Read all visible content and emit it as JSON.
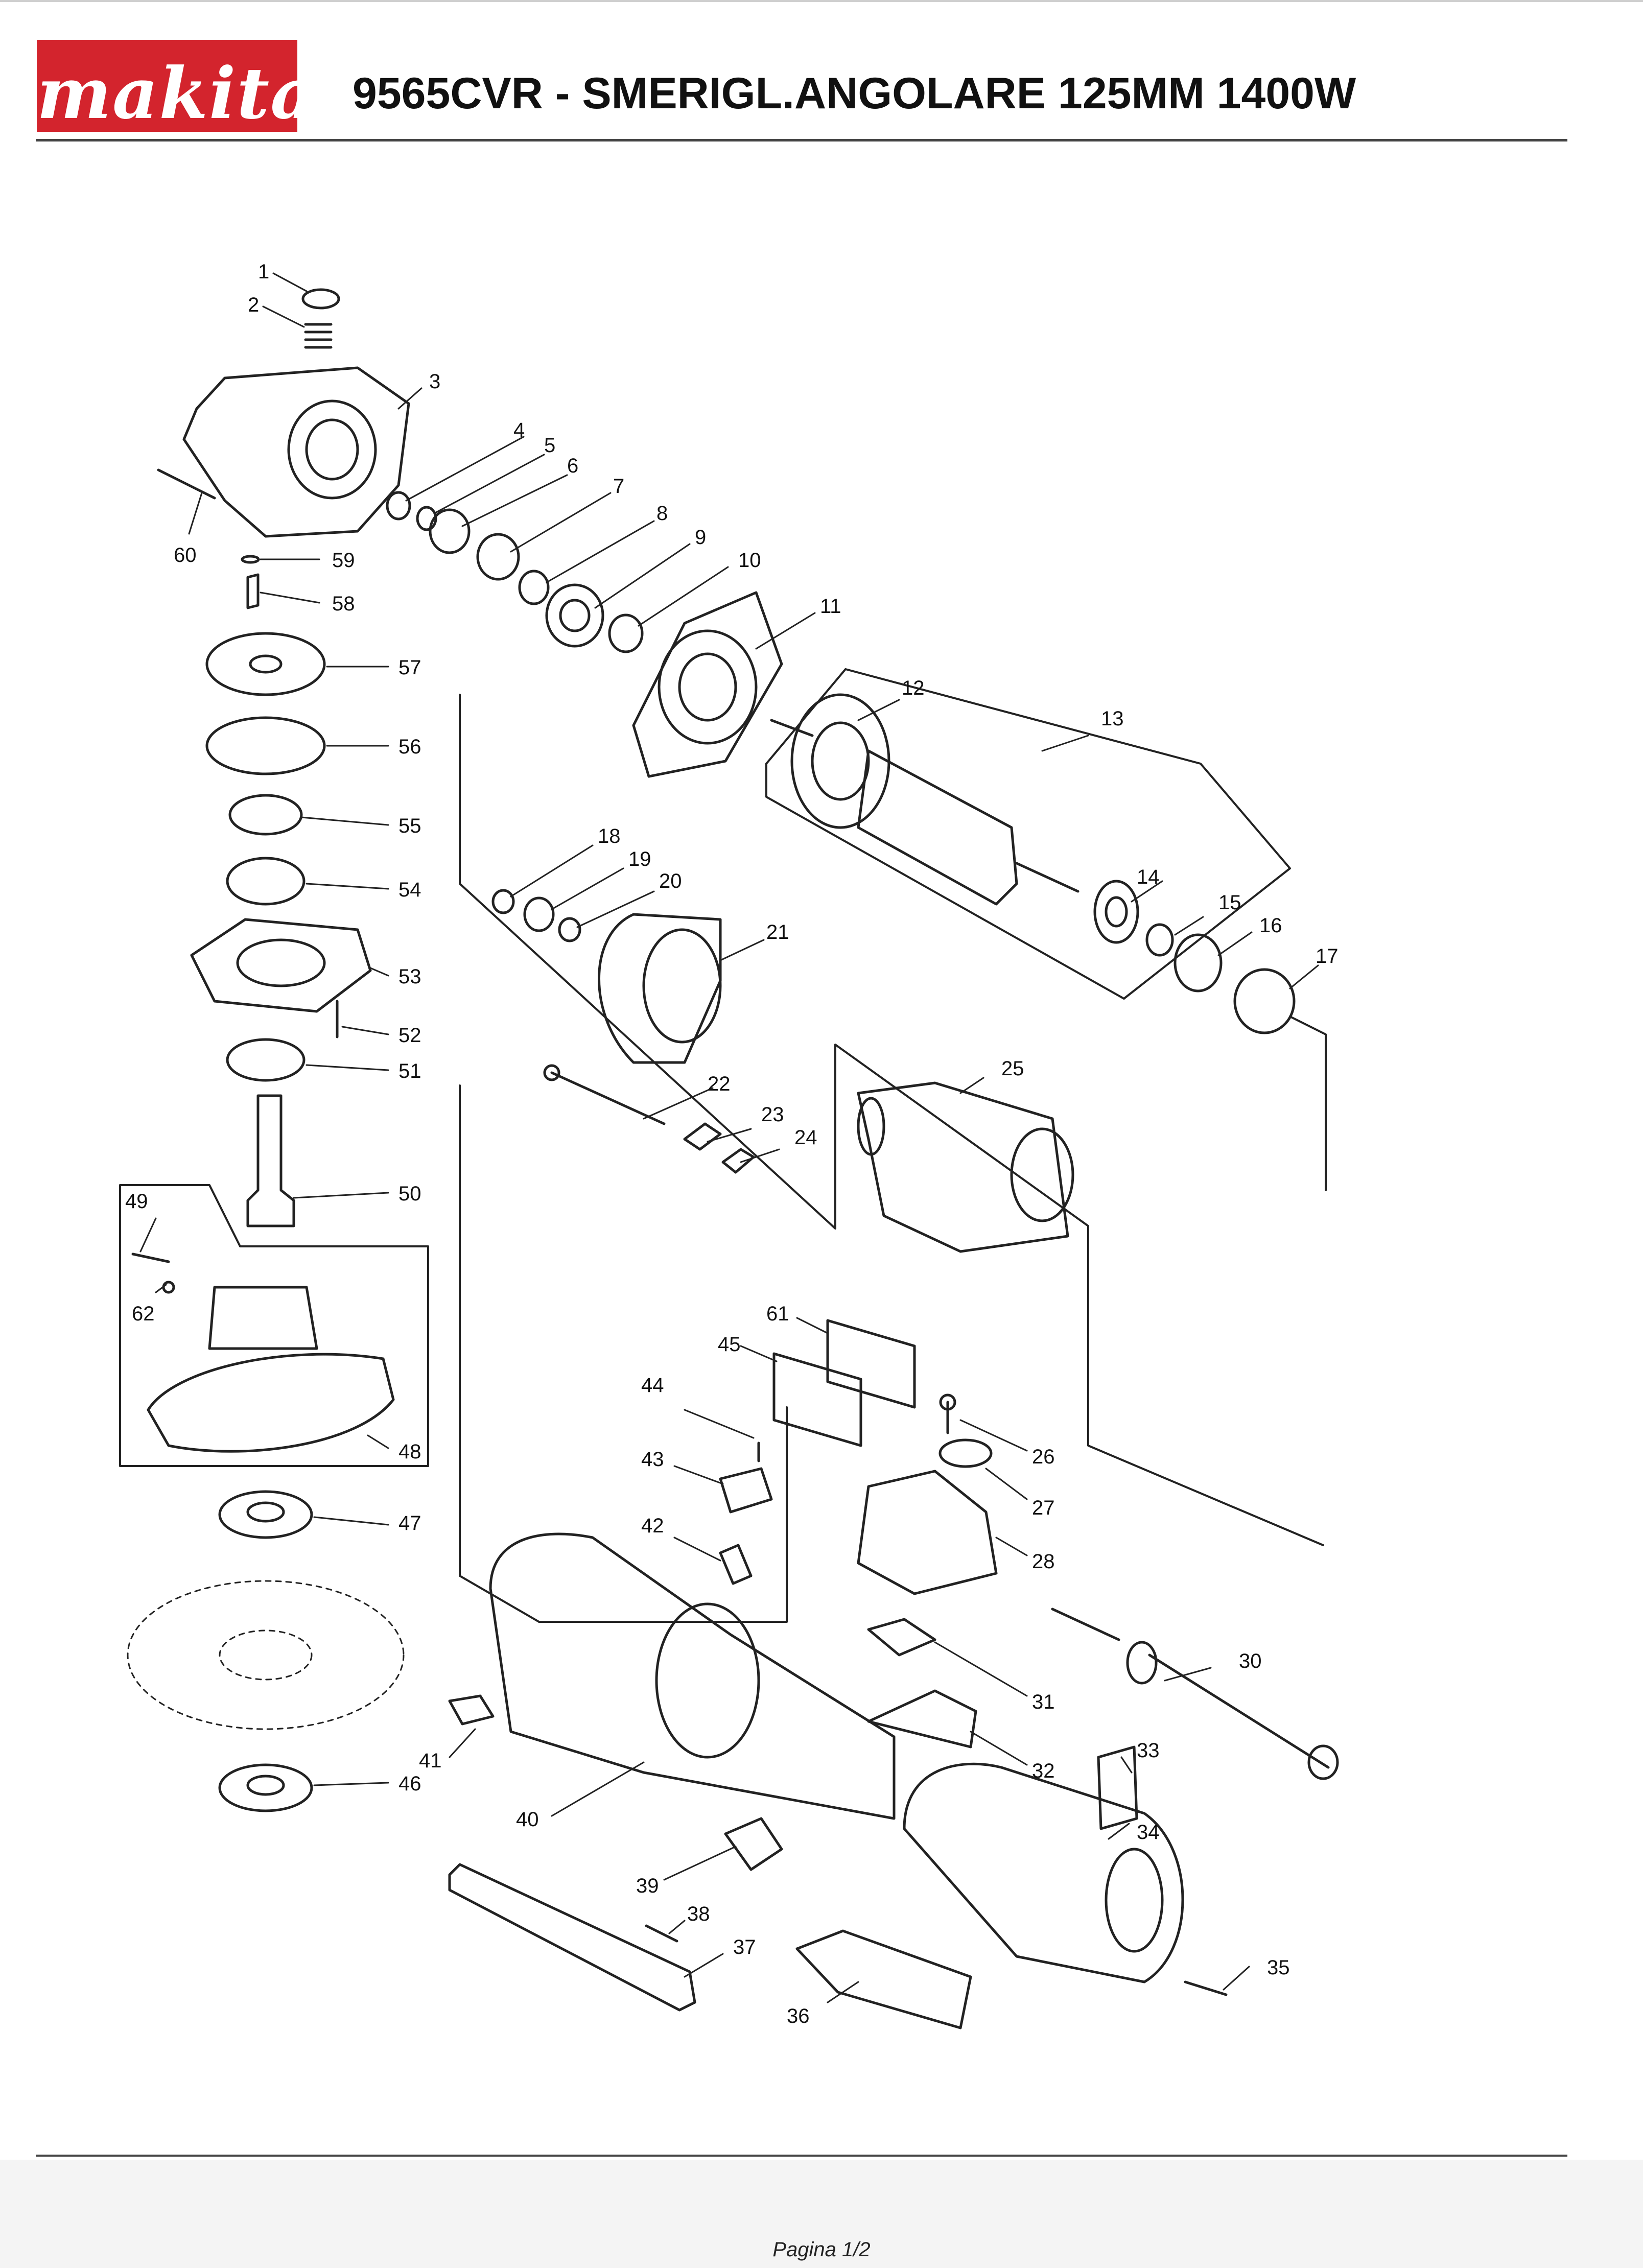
{
  "header": {
    "brand": "makita",
    "title": "9565CVR - SMERIGL.ANGOLARE 125MM 1400W"
  },
  "callouts": [
    "1",
    "2",
    "3",
    "4",
    "5",
    "6",
    "7",
    "8",
    "9",
    "10",
    "11",
    "12",
    "13",
    "14",
    "15",
    "16",
    "17",
    "18",
    "19",
    "20",
    "21",
    "22",
    "23",
    "24",
    "25",
    "26",
    "27",
    "28",
    "30",
    "31",
    "32",
    "33",
    "34",
    "35",
    "36",
    "37",
    "38",
    "39",
    "40",
    "41",
    "42",
    "43",
    "44",
    "45",
    "46",
    "47",
    "48",
    "49",
    "50",
    "51",
    "52",
    "53",
    "54",
    "55",
    "56",
    "57",
    "58",
    "59",
    "60",
    "61",
    "62"
  ],
  "footer": {
    "page": "Pagina 1/2"
  },
  "colors": {
    "brand_red": "#d3242d",
    "line": "#222222"
  }
}
